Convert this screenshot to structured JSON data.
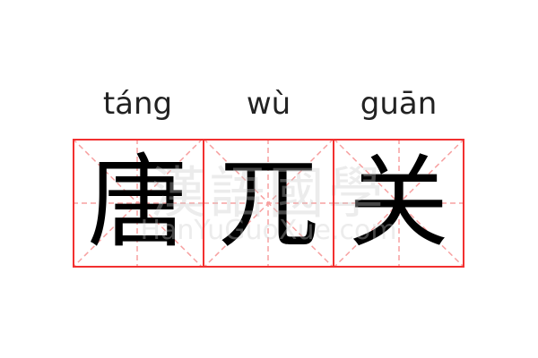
{
  "entries": [
    {
      "pinyin": "táng",
      "hanzi": "唐"
    },
    {
      "pinyin": "wù",
      "hanzi": "兀"
    },
    {
      "pinyin": "guān",
      "hanzi": "关"
    }
  ],
  "watermark": {
    "title": "漢語國學",
    "site": "HanYuGuoXue.com"
  },
  "colors": {
    "border": "#f23030",
    "guide": "#f7a0a0",
    "text": "#000000"
  }
}
